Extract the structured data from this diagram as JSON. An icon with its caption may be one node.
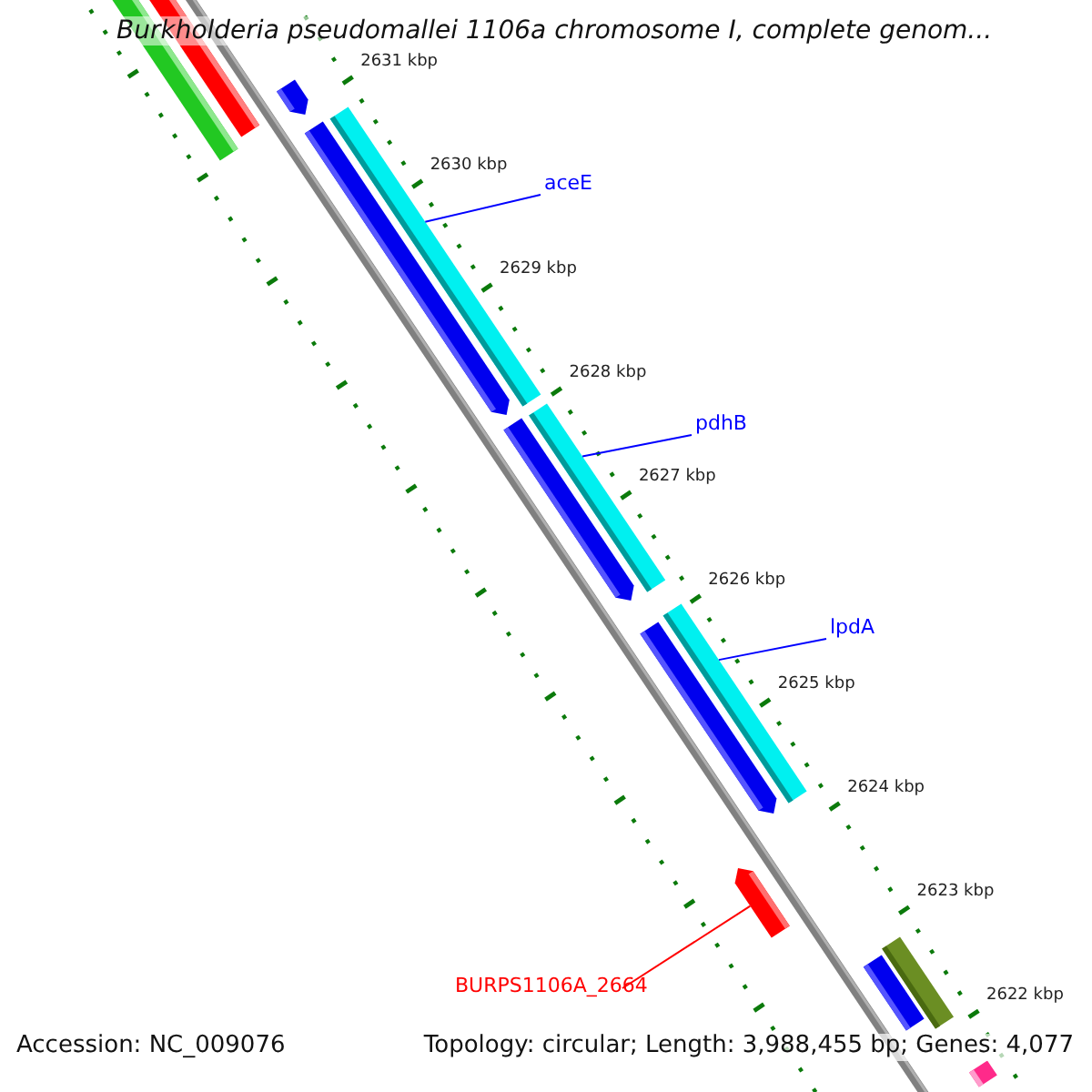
{
  "diagram": {
    "title": "Burkholderia pseudomallei 1106a chromosome I, complete genom...",
    "nodes": [
      {
        "text": [],
        "shape": "bar"
      },
      {
        "text": [],
        "shape": "bar"
      },
      {
        "text": [],
        "shape": "arrow"
      },
      {
        "text": [],
        "shape": "bar"
      },
      {
        "text": [],
        "shape": "arrow"
      },
      {
        "text": [
          "aceE"
        ]
      },
      {
        "text": [
          "pdhB"
        ]
      },
      {
        "text": [],
        "shape": "bar"
      },
      {
        "text": [],
        "shape": "arrow"
      },
      {
        "text": [],
        "shape": "bar"
      },
      {
        "text": [],
        "shape": "arrow"
      },
      {
        "text": [
          "lpdA"
        ]
      },
      {
        "text": [],
        "shape": "arrow"
      },
      {
        "text": [],
        "shape": "bar"
      },
      {
        "text": [],
        "shape": "bar"
      },
      {
        "text": [
          "BURPS1106A_2664"
        ]
      },
      {
        "text": [],
        "shape": "bar"
      }
    ],
    "edges": [
      {
        "from": 5,
        "to": 3,
        "arrow": "none"
      },
      {
        "from": 6,
        "to": 7,
        "arrow": "none"
      },
      {
        "from": 11,
        "to": 9,
        "arrow": "none"
      },
      {
        "from": 15,
        "to": 12,
        "arrow": "none",
        "color": "#ff0000"
      }
    ],
    "labels": [
      "2631 kbp",
      "2630 kbp",
      "2629 kbp",
      "2628 kbp",
      "2627 kbp",
      "2626 kbp",
      "2625 kbp",
      "2624 kbp",
      "2623 kbp",
      "2622 kbp",
      "Accession: NC_009076",
      "Topology: circular; Length: 3,988,455 bp; Genes: 4,077"
    ]
  }
}
